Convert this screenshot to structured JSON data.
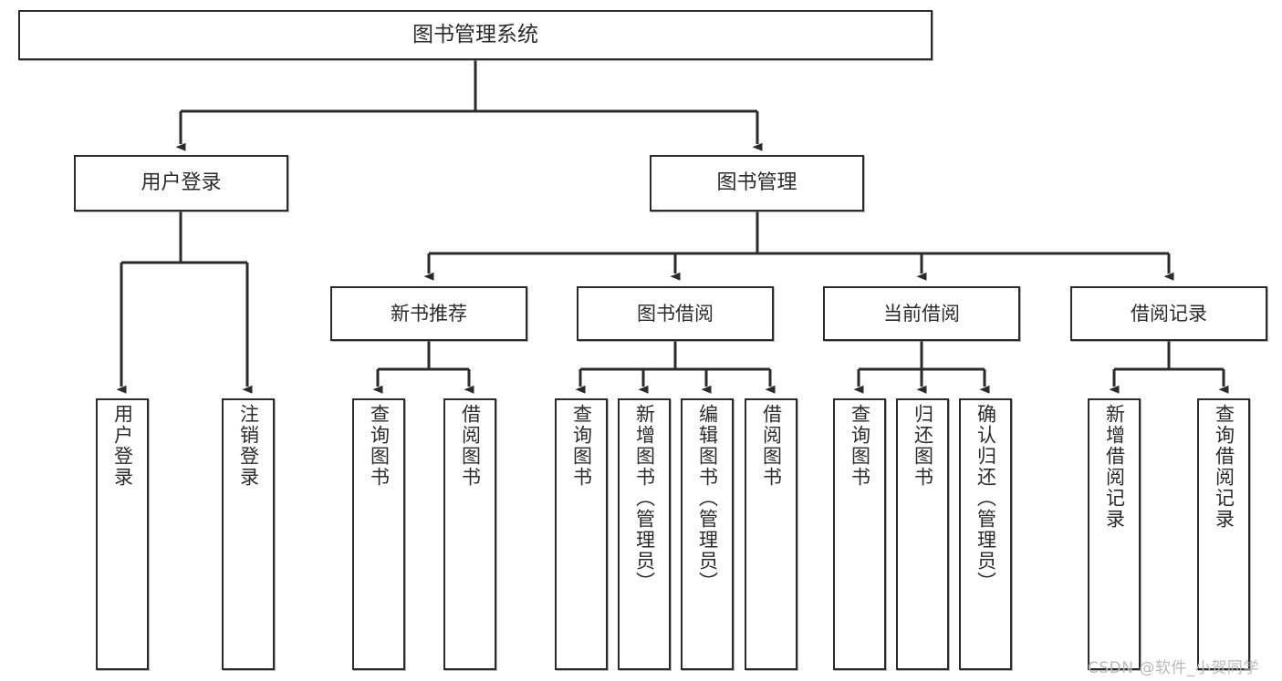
{
  "diagram": {
    "title": "图书管理系统",
    "type": "hierarchy-tree",
    "stroke_color": "#2b2b2b",
    "fill_color": "#ffffff",
    "text_color": "#2b2b2b"
  },
  "root": {
    "label": "图书管理系统"
  },
  "level2": [
    {
      "label": "用户登录"
    },
    {
      "label": "图书管理"
    }
  ],
  "level3": [
    {
      "label": "新书推荐"
    },
    {
      "label": "图书借阅"
    },
    {
      "label": "当前借阅"
    },
    {
      "label": "借阅记录"
    }
  ],
  "leaves": {
    "user_login": [
      {
        "label": "用户登录"
      },
      {
        "label": "注销登录"
      }
    ],
    "new_book_recommend": [
      {
        "label": "查询图书"
      },
      {
        "label": "借阅图书"
      }
    ],
    "book_borrow": [
      {
        "label": "查询图书"
      },
      {
        "label": "新增图书（管理员）"
      },
      {
        "label": "编辑图书（管理员）"
      },
      {
        "label": "借阅图书"
      }
    ],
    "current_borrow": [
      {
        "label": "查询图书"
      },
      {
        "label": "归还图书"
      },
      {
        "label": "确认归还（管理员）"
      }
    ],
    "borrow_record": [
      {
        "label": "新增借阅记录"
      },
      {
        "label": "查询借阅记录"
      }
    ]
  },
  "watermark": {
    "text": "CSDN @软件_小贺同学",
    "color": "#b9b9b9"
  }
}
